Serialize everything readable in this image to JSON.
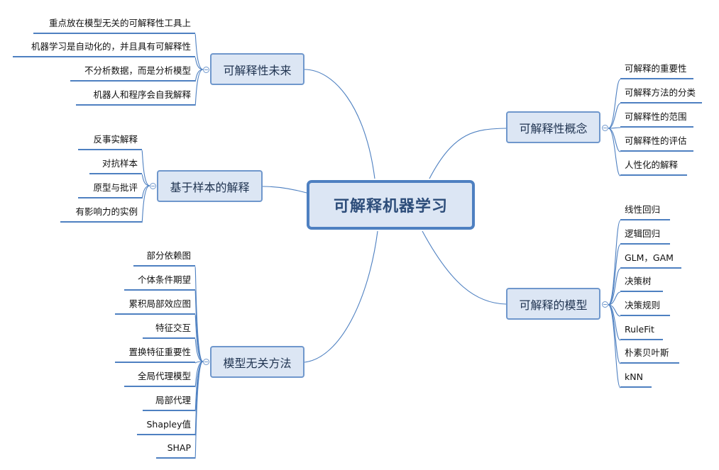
{
  "diagram": {
    "center": "可解释机器学习",
    "branches": [
      {
        "id": "concept",
        "label": "可解释性概念",
        "leaves": [
          "可解释的重要性",
          "可解释方法的分类",
          "可解释性的范围",
          "可解释性的评估",
          "人性化的解释"
        ]
      },
      {
        "id": "models",
        "label": "可解释的模型",
        "leaves": [
          "线性回归",
          "逻辑回归",
          "GLM，GAM",
          "决策树",
          "决策规则",
          "RuleFit",
          "朴素贝叶斯",
          "kNN"
        ]
      },
      {
        "id": "future",
        "label": "可解释性未来",
        "leaves": [
          "重点放在模型无关的可解释性工具上",
          "机器学习是自动化的，并且具有可解释性",
          "不分析数据，而是分析模型",
          "机器人和程序会自我解释"
        ]
      },
      {
        "id": "example",
        "label": "基于样本的解释",
        "leaves": [
          "反事实解释",
          "对抗样本",
          "原型与批评",
          "有影响力的实例"
        ]
      },
      {
        "id": "agnostic",
        "label": "模型无关方法",
        "leaves": [
          "部分依赖图",
          "个体条件期望",
          "累积局部效应图",
          "特征交互",
          "置换特征重要性",
          "全局代理模型",
          "局部代理",
          "Shapley值",
          "SHAP"
        ]
      }
    ],
    "colors": {
      "line": "#4e80c1",
      "box_fill": "#dce6f4",
      "central_border": "#4e80c1",
      "branch_border": "#6f97cc"
    }
  }
}
